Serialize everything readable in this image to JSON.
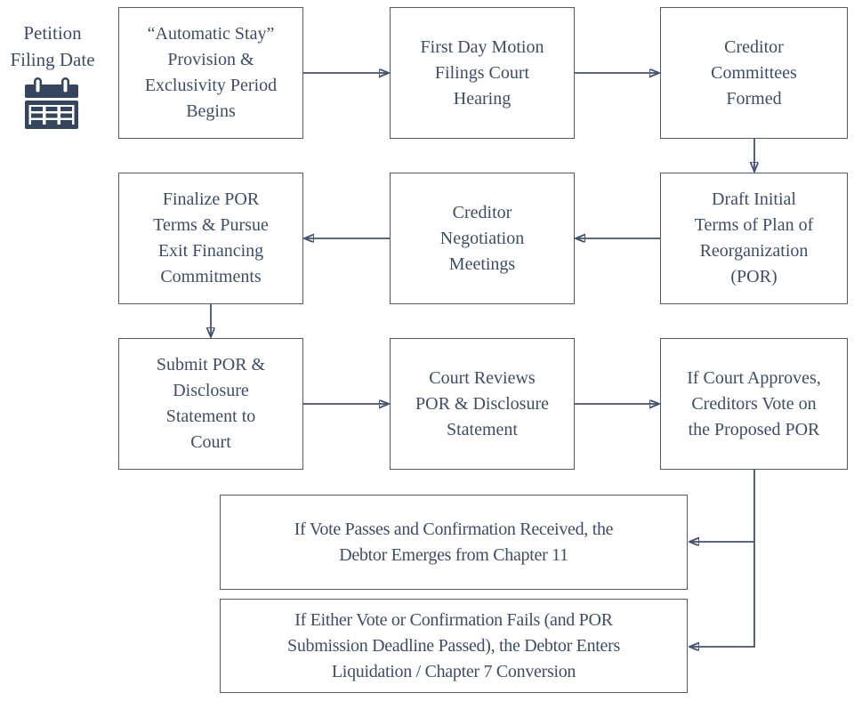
{
  "flowchart": {
    "title_label": {
      "lines": [
        "Petition",
        "Filing Date"
      ],
      "icon": "calendar-icon"
    },
    "colors": {
      "ink": "#3f4d62",
      "border": "#4f5b6b",
      "arrow": "#44526b",
      "icon": "#35455e",
      "background": "#ffffff"
    },
    "nodes": {
      "automatic_stay": {
        "lines": [
          "“Automatic Stay”",
          "Provision &",
          "Exclusivity Period",
          "Begins"
        ]
      },
      "first_day_motion": {
        "lines": [
          "First Day Motion",
          "Filings Court",
          "Hearing"
        ]
      },
      "creditor_committees": {
        "lines": [
          "Creditor",
          "Committees",
          "Formed"
        ]
      },
      "draft_por": {
        "lines": [
          "Draft Initial",
          "Terms of Plan of",
          "Reorganization",
          "(POR)"
        ]
      },
      "creditor_negotiation": {
        "lines": [
          "Creditor",
          "Negotiation",
          "Meetings"
        ]
      },
      "finalize_por": {
        "lines": [
          "Finalize POR",
          "Terms & Pursue",
          "Exit Financing",
          "Commitments"
        ]
      },
      "submit_por": {
        "lines": [
          "Submit POR &",
          "Disclosure",
          "Statement to",
          "Court"
        ]
      },
      "court_reviews": {
        "lines": [
          "Court Reviews",
          "POR & Disclosure",
          "Statement"
        ]
      },
      "court_approves": {
        "lines": [
          "If Court Approves,",
          "Creditors Vote on",
          "the Proposed POR"
        ]
      },
      "vote_passes": {
        "lines": [
          "If Vote Passes and Confirmation Received, the",
          "Debtor Emerges from Chapter 11"
        ]
      },
      "vote_fails": {
        "lines": [
          "If Either Vote or Confirmation Fails (and POR",
          "Submission Deadline Passed), the Debtor Enters",
          "Liquidation / Chapter 7 Conversion"
        ]
      }
    }
  }
}
